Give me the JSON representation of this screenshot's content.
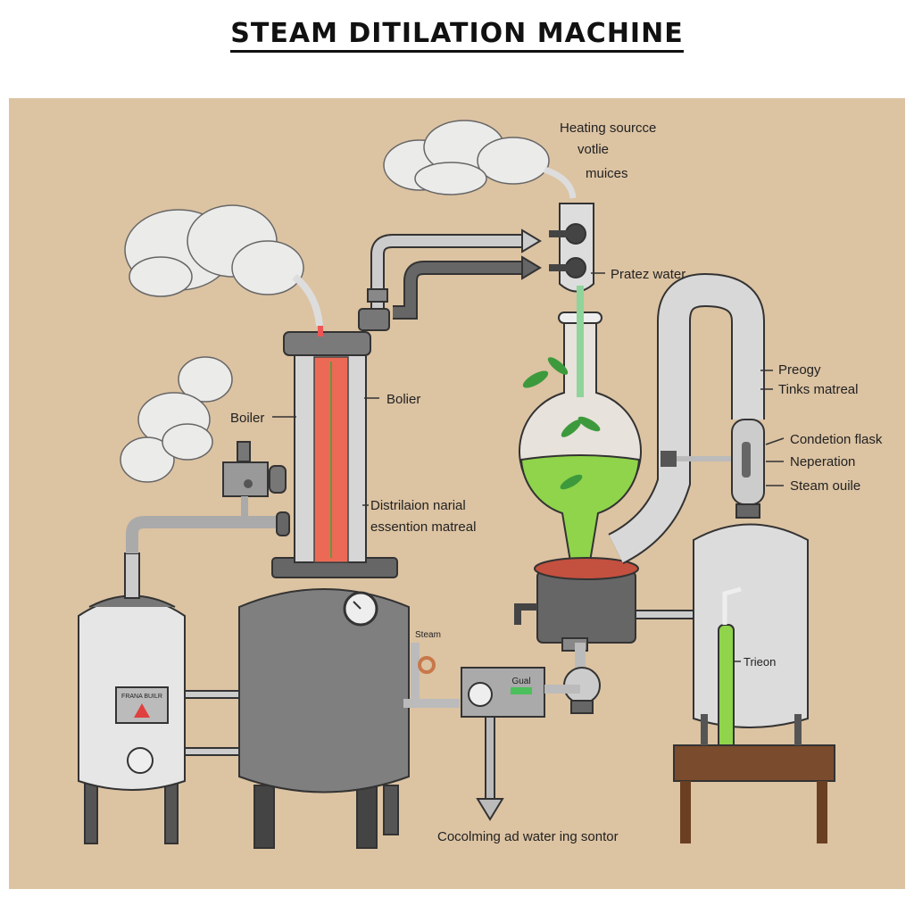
{
  "title": "STEAM DITILATION MACHINE",
  "labels": {
    "heating_source": "Heating sourcce",
    "votlie": "votlie",
    "muices": "muices",
    "pratez_water": "Pratez water",
    "boiler_left": "Boiler",
    "boiler_right": "Bolier",
    "distrilaion": "Distrilaion narial",
    "essention": "essention matreal",
    "preogy": "Preogy",
    "tinks": "Tinks matreal",
    "condetion": "Condetion flask",
    "neperation": "Neperation",
    "steam_ouile": "Steam ouile",
    "steam": "Steam",
    "gual": "Gual",
    "frana_builr": "FRANA BUILR",
    "trieon": "Trieon",
    "cooling": "Cocolming ad water ing sontor"
  },
  "colors": {
    "background": "#dcc3a2",
    "liquid": "#8fd44a",
    "heat": "#ec6a55"
  }
}
